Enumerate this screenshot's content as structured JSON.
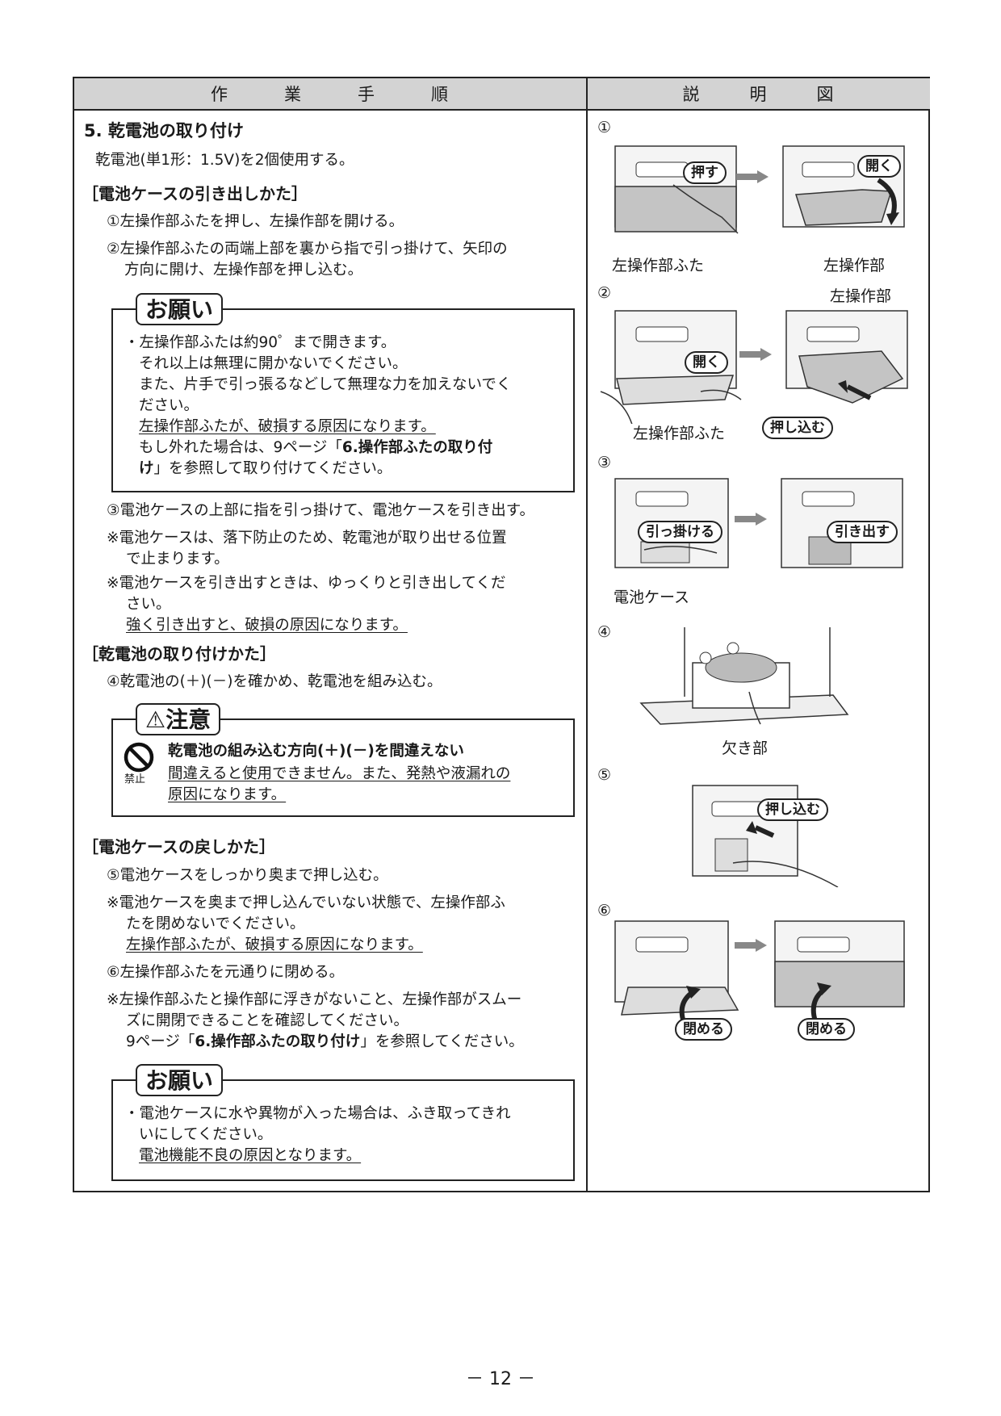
{
  "header": {
    "left": [
      "作",
      "業",
      "手",
      "順"
    ],
    "right": [
      "説",
      "明",
      "図"
    ]
  },
  "section": {
    "title": "5. 乾電池の取り付け",
    "intro": "乾電池(単1形：1.5V)を2個使用する。"
  },
  "sub1": {
    "title": "［電池ケースの引き出しかた］",
    "step1": "①左操作部ふたを押し、左操作部を開ける。",
    "step2a": "②左操作部ふたの両端上部を裏から指で引っ掛けて、矢印の",
    "step2b": "方向に開け、左操作部を押し込む。"
  },
  "notice1": {
    "tag": "お願い",
    "l1": "・左操作部ふたは約90゜まで開きます。",
    "l2": "それ以上は無理に開かないでください。",
    "l3": "また、片手で引っ張るなどして無理な力を加えないでく",
    "l4": "ださい。",
    "l5": "左操作部ふたが、破損する原因になります。",
    "l6a": "もし外れた場合は、9ページ「",
    "l6b": "6.操作部ふたの取り付",
    "l7a": "け",
    "l7b": "」を参照して取り付けてください。"
  },
  "sub1b": {
    "step3": "③電池ケースの上部に指を引っ掛けて、電池ケースを引き出す。",
    "n1a": "※電池ケースは、落下防止のため、乾電池が取り出せる位置",
    "n1b": "で止まります。",
    "n2a": "※電池ケースを引き出すときは、ゆっくりと引き出してくだ",
    "n2b": "さい。",
    "n2c": "強く引き出すと、破損の原因になります。"
  },
  "sub2": {
    "title": "［乾電池の取り付けかた］",
    "step4": "④乾電池の(＋)(－)を確かめ、乾電池を組み込む。"
  },
  "caution": {
    "tag": "⚠注意",
    "icon_label": "禁止",
    "headline": "乾電池の組み込む方向(＋)(－)を間違えない",
    "l1": "間違えると使用できません。また、発熱や液漏れの",
    "l2": "原因になります。"
  },
  "sub3": {
    "title": "［電池ケースの戻しかた］",
    "step5": "⑤電池ケースをしっかり奥まで押し込む。",
    "n1a": "※電池ケースを奥まで押し込んでいない状態で、左操作部ふ",
    "n1b": "たを閉めないでください。",
    "n1c": "左操作部ふたが、破損する原因になります。",
    "step6": "⑥左操作部ふたを元通りに閉める。",
    "n2a": "※左操作部ふたと操作部に浮きがないこと、左操作部がスムー",
    "n2b": "ズに開閉できることを確認してください。",
    "n2c1": "9ページ「",
    "n2c2": "6.操作部ふたの取り付け",
    "n2c3": "」を参照してください。"
  },
  "notice2": {
    "tag": "お願い",
    "l1": "・電池ケースに水や異物が入った場合は、ふき取ってきれ",
    "l2": "いにしてください。",
    "l3": "電池機能不良の原因となります。"
  },
  "figures": {
    "f1": {
      "num": "①",
      "push": "押す",
      "open": "開く",
      "label_left": "左操作部ふた",
      "label_right": "左操作部"
    },
    "f2": {
      "num": "②",
      "open": "開く",
      "push_in": "押し込む",
      "label_top": "左操作部",
      "label_bottom": "左操作部ふた"
    },
    "f3": {
      "num": "③",
      "hook": "引っ掛ける",
      "pull": "引き出す",
      "label": "電池ケース"
    },
    "f4": {
      "num": "④",
      "label": "欠き部"
    },
    "f5": {
      "num": "⑤",
      "push_in": "押し込む"
    },
    "f6": {
      "num": "⑥",
      "close_left": "閉める",
      "close_right": "閉める"
    }
  },
  "footer": {
    "page": "－ 12 －"
  }
}
